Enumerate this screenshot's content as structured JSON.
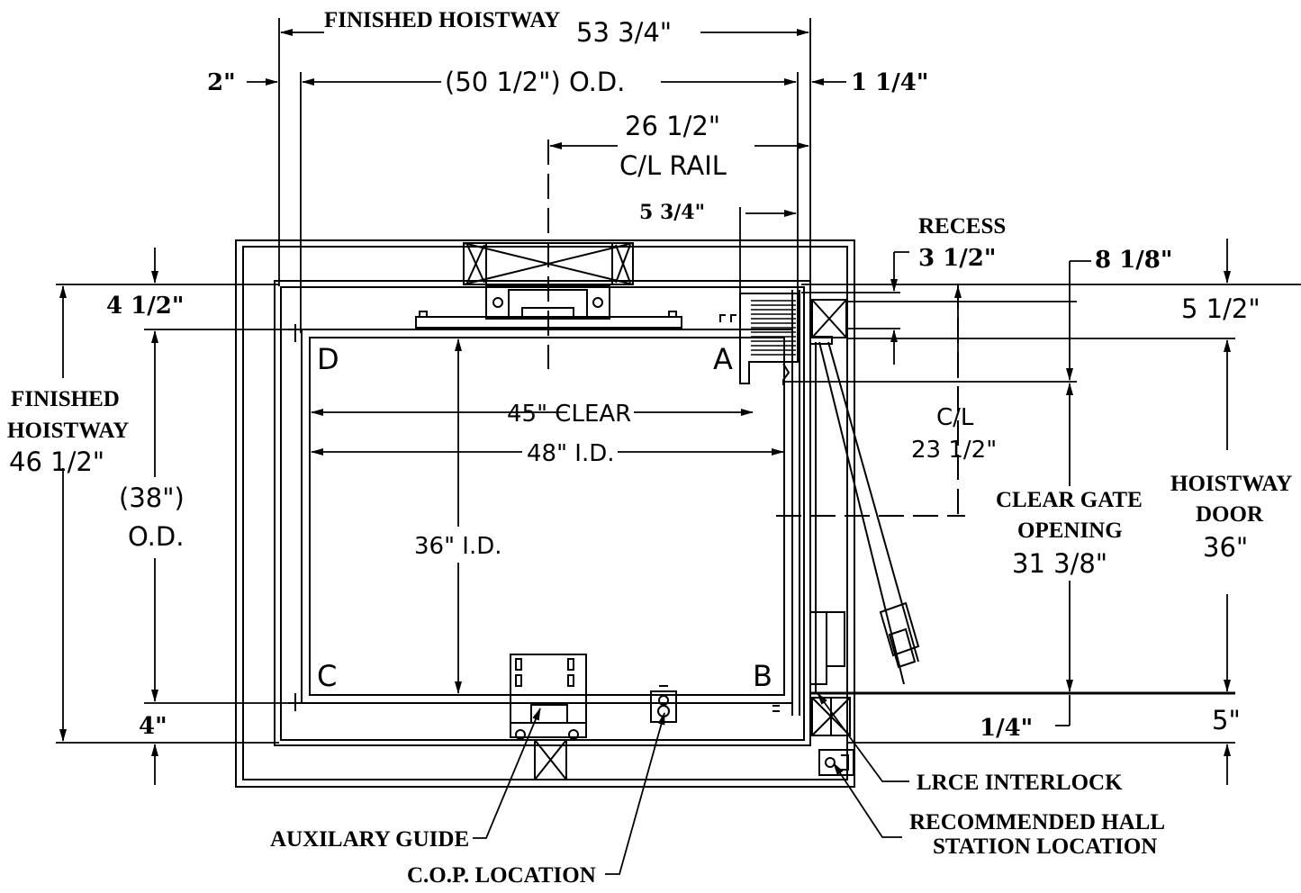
{
  "labels": {
    "finished_hoistway_top": "FINISHED HOISTWAY",
    "width_53": "53 3/4\"",
    "left_2": "2\"",
    "od_50": "(50 1/2\") O.D.",
    "right_1_1_4": "1 1/4\"",
    "rail_26": "26 1/2\"",
    "cl_rail": "C/L RAIL",
    "dim_5_3_4": "5 3/4\"",
    "recess": "RECESS",
    "recess_val": "3 1/2\"",
    "dim_8_1_8": "8 1/8\"",
    "dim_5_1_2": "5 1/2\"",
    "dim_4_1_2": "4 1/2\"",
    "corner_d": "D",
    "corner_a": "A",
    "corner_c": "C",
    "corner_b": "B",
    "clear_45": "45\" CLEAR",
    "id_48": "48\" I.D.",
    "id_36": "36\" I.D.",
    "fh_left_1": "FINISHED",
    "fh_left_2": "HOISTWAY",
    "fh_left_3": "46 1/2\"",
    "od_38_1": "(38\")",
    "od_38_2": "O.D.",
    "cl_1": "C/L",
    "cl_2": "23 1/2\"",
    "clear_gate_1": "CLEAR GATE",
    "clear_gate_2": "OPENING",
    "clear_gate_3": "31 3/8\"",
    "hoistway_door_1": "HOISTWAY",
    "hoistway_door_2": "DOOR",
    "hoistway_door_3": "36\"",
    "dim_4": "4\"",
    "dim_1_4": "1/4\"",
    "dim_5": "5\"",
    "lrce": "LRCE INTERLOCK",
    "hall_1": "RECOMMENDED HALL",
    "hall_2": "STATION LOCATION",
    "aux_guide": "AUXILARY GUIDE",
    "cop": "C.O.P. LOCATION"
  }
}
